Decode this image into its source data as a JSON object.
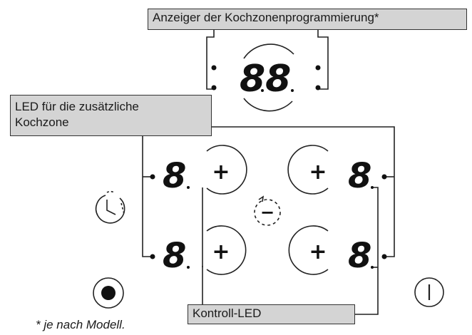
{
  "labels": {
    "top": "Anzeiger der Kochzonenprogrammierung*",
    "led_line1": "LED für die zusätzliche",
    "led_line2": "Kochzone",
    "kontroll": "Kontroll-LED",
    "footnote": "* je nach Modell."
  },
  "displays": {
    "program": "88",
    "zone_tl": "8",
    "zone_bl": "8",
    "zone_tr": "8",
    "zone_br": "8"
  },
  "buttons": {
    "plus": "+",
    "minus": "−"
  },
  "icons": {
    "timer": "timer-icon",
    "minus_dashed": "minus-dashed-icon",
    "lock": "lock-icon",
    "power": "power-icon"
  }
}
